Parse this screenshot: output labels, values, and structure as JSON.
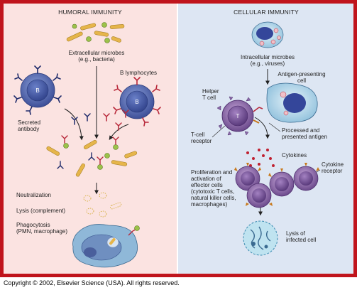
{
  "panels": {
    "humoral": {
      "title": "HUMORAL IMMUNITY",
      "labels": {
        "extracellular_line1": "Extracellular microbes",
        "extracellular_line2": "(e.g., bacteria)",
        "b_lymphocytes": "B lymphocytes",
        "b_cell_letter": "B",
        "secreted_line1": "Secreted",
        "secreted_line2": "antibody",
        "neutralization": "Neutralization",
        "lysis_complement": "Lysis (complement)",
        "phagocytosis_line1": "Phagocytosis",
        "phagocytosis_line2": "(PMN, macrophage)"
      }
    },
    "cellular": {
      "title": "CELLULAR IMMUNITY",
      "labels": {
        "intracellular_line1": "Intracellular microbes",
        "intracellular_line2": "(e.g., viruses)",
        "apc_line1": "Antigen-presenting",
        "apc_line2": "cell",
        "helper_line1": "Helper",
        "helper_line2": "T cell",
        "t_cell_letter": "T",
        "processed_line1": "Processed and",
        "processed_line2": "presented antigen",
        "tcr_line1": "T-cell",
        "tcr_line2": "receptor",
        "cytokines": "Cytokines",
        "cyto_receptor_line1": "Cytokine",
        "cyto_receptor_line2": "receptor",
        "prolif_line1": "Proliferation and",
        "prolif_line2": "activation of",
        "prolif_line3": "effector cells",
        "prolif_line4": "(cytotoxic T cells,",
        "prolif_line5": "natural killer cells,",
        "prolif_line6": "macrophages)",
        "lysis_line1": "Lysis of",
        "lysis_line2": "infected cell"
      }
    }
  },
  "footer": {
    "copyright": "Copyright © 2002, Elsevier Science (USA). All rights reserved."
  },
  "colors": {
    "frame": "#c0141c",
    "humoral_bg": "#fbe3e1",
    "cellular_bg": "#dde6f3",
    "b_cell": "#5e73b8",
    "t_cell": "#8a6aa8",
    "bacteria": "#e6b54a",
    "antibody_blue": "#2a3a8a",
    "antibody_red": "#b8283a"
  }
}
